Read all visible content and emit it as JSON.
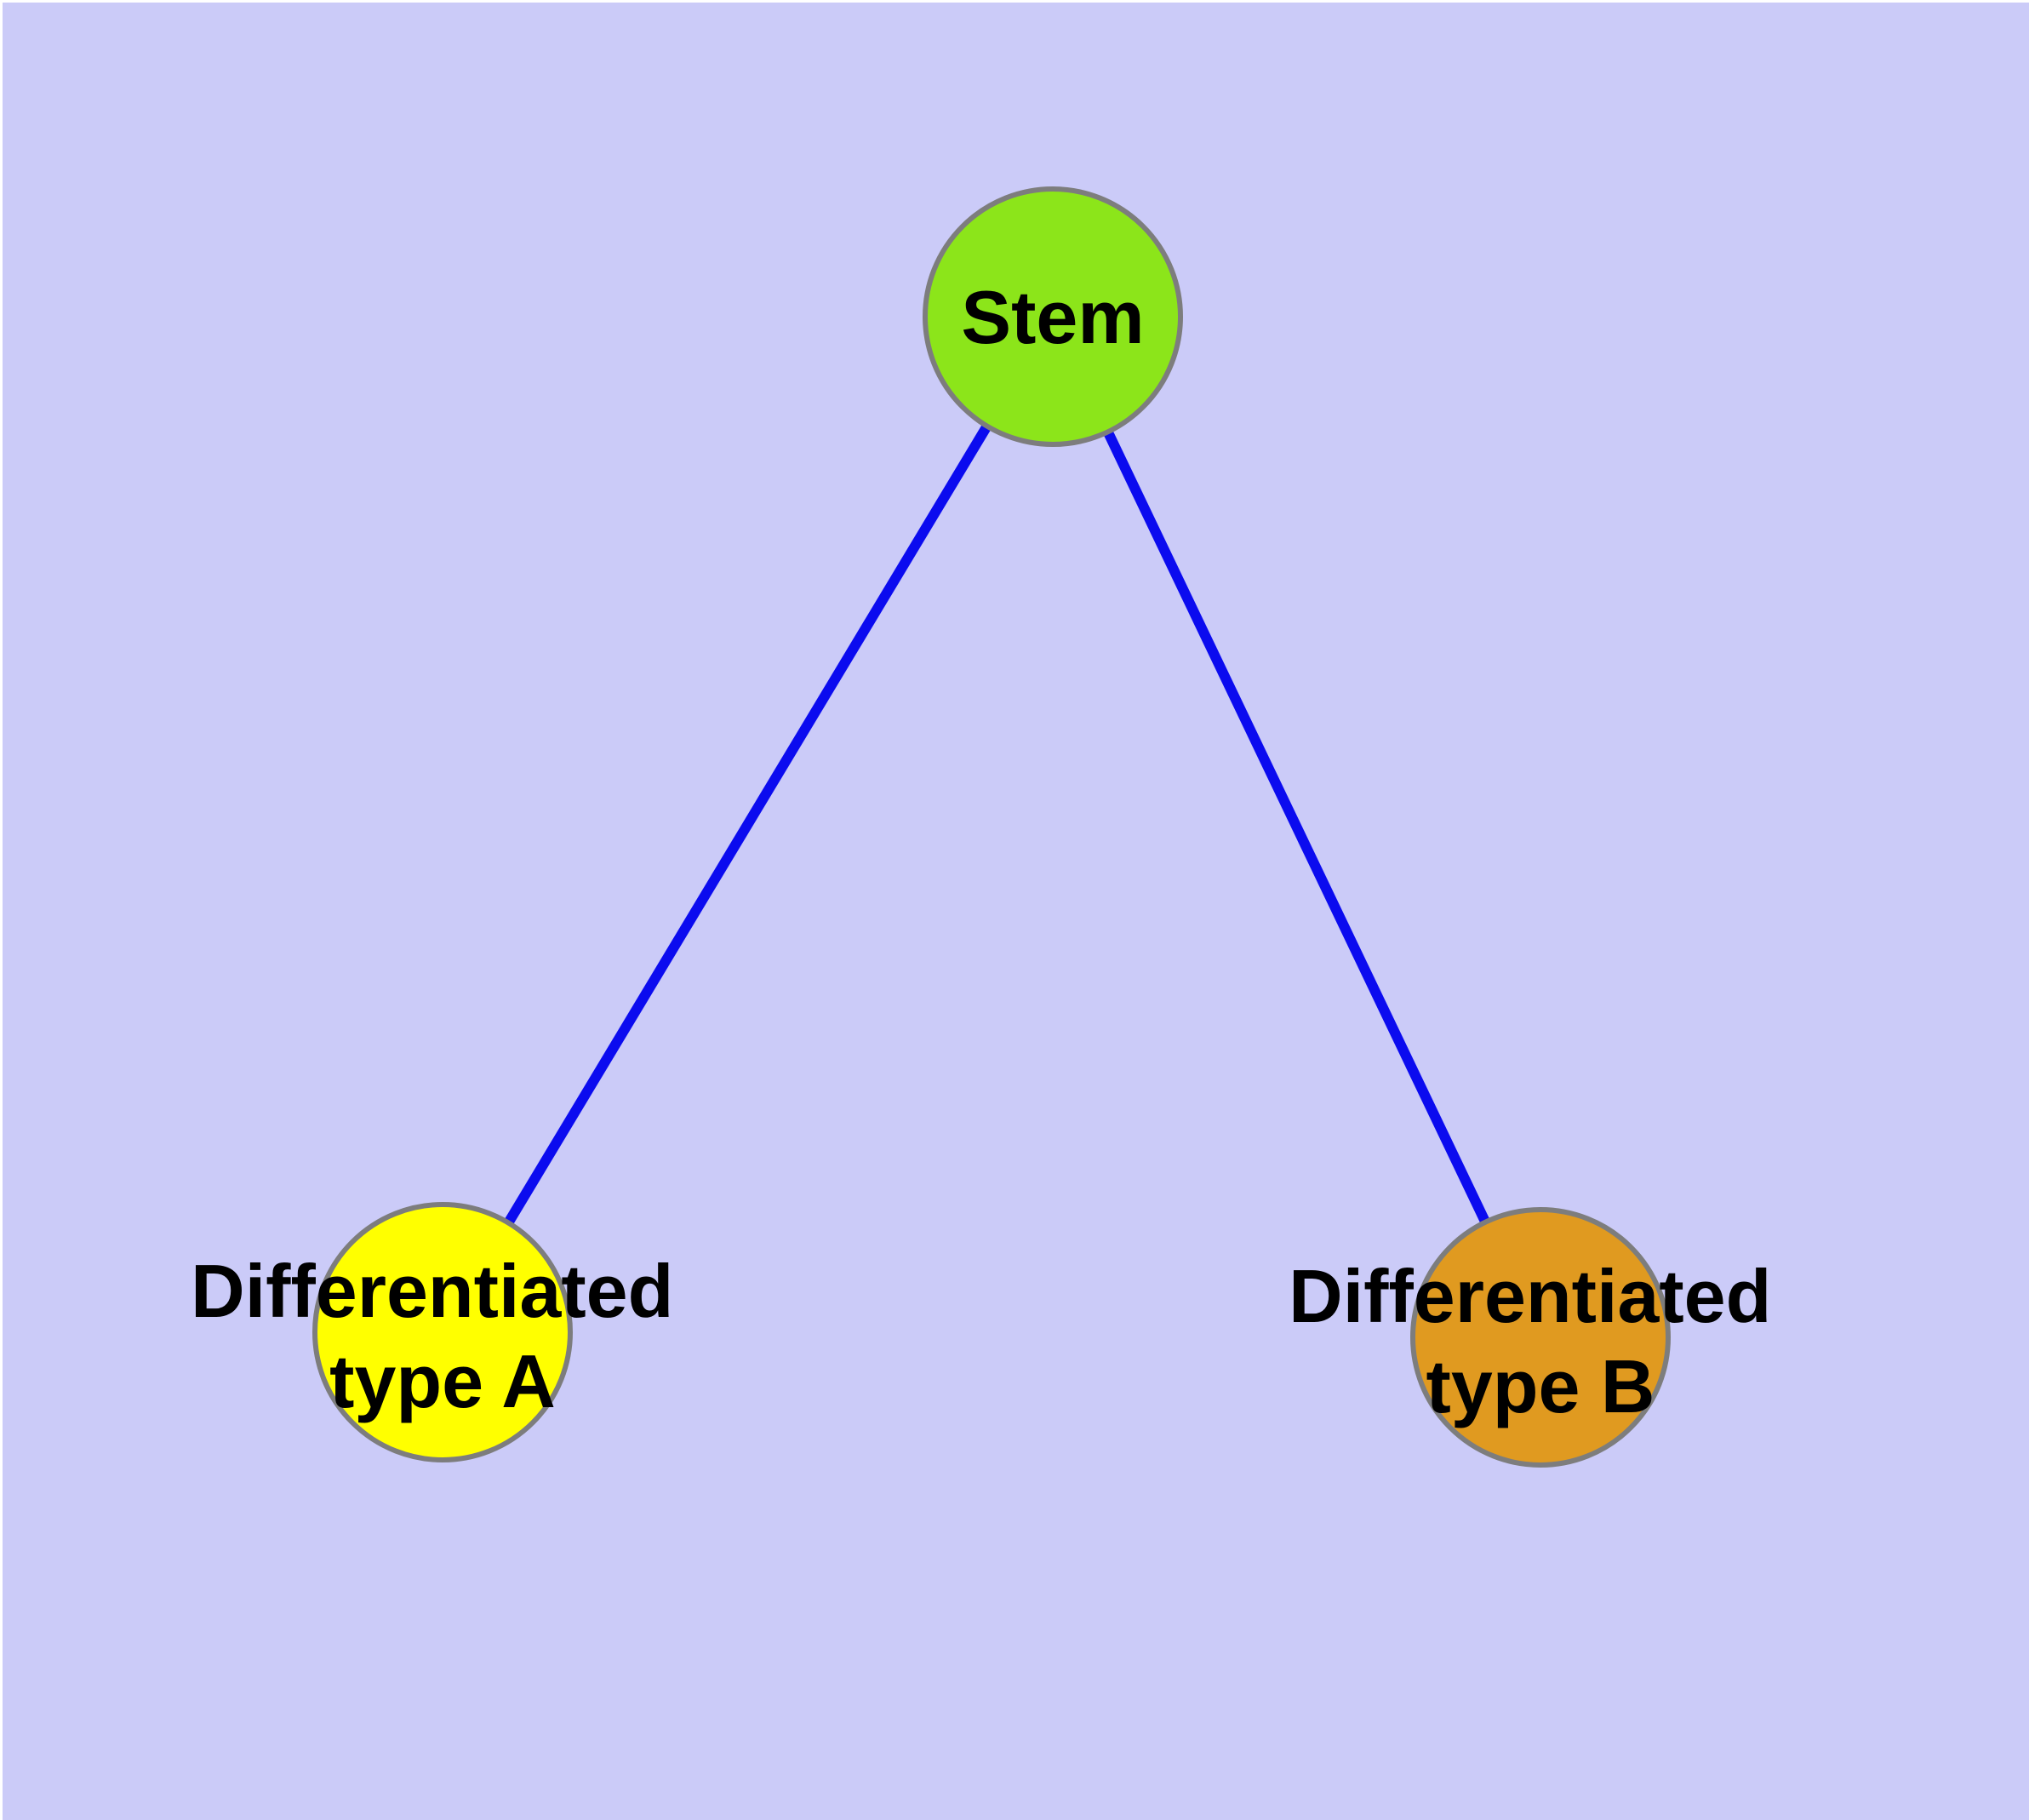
{
  "canvas": {
    "background_color": "#cbcbf8",
    "frame_color": "#ffffff"
  },
  "graph": {
    "edge_color": "#0b0bef",
    "node_border_color": "#7d7d7d",
    "label_color": "#000000",
    "nodes": [
      {
        "id": "stem",
        "label": "Stem",
        "fill_color": "#8ce51a"
      },
      {
        "id": "differentiated-type-a",
        "label_line1": "Differentiated",
        "label_line2": "type A",
        "fill_color": "#ffff00"
      },
      {
        "id": "differentiated-type-b",
        "label_line1": "Differentiated",
        "label_line2": "type B",
        "fill_color": "#e09a20"
      }
    ],
    "edges": [
      {
        "from": "Stem",
        "to": "Differentiated type A"
      },
      {
        "from": "Stem",
        "to": "Differentiated type B"
      }
    ]
  }
}
